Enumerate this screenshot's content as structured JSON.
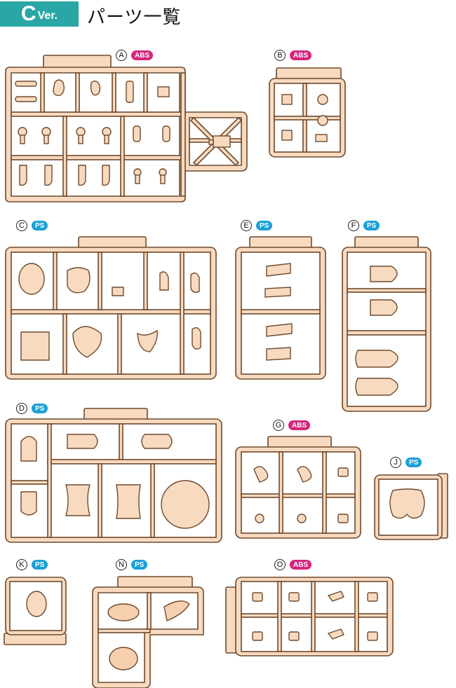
{
  "header": {
    "tag_letter": "C",
    "tag_suffix": "Ver.",
    "title": "パーツ一覧"
  },
  "colors": {
    "tag_bg": "#2aa6a6",
    "abs_badge": "#d6257e",
    "ps_badge": "#1ba0d8",
    "sprue_fill": "#f8dac0",
    "sprue_stroke": "#6e4a2c"
  },
  "runners": [
    {
      "letter": "A",
      "material": "ABS"
    },
    {
      "letter": "B",
      "material": "ABS"
    },
    {
      "letter": "C",
      "material": "PS"
    },
    {
      "letter": "E",
      "material": "PS"
    },
    {
      "letter": "F",
      "material": "PS"
    },
    {
      "letter": "D",
      "material": "PS"
    },
    {
      "letter": "G",
      "material": "ABS"
    },
    {
      "letter": "J",
      "material": "PS"
    },
    {
      "letter": "K",
      "material": "PS"
    },
    {
      "letter": "N",
      "material": "PS"
    },
    {
      "letter": "O",
      "material": "ABS"
    }
  ]
}
